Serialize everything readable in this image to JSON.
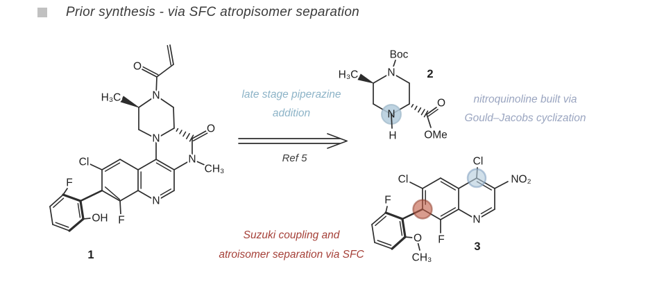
{
  "slide": {
    "title": "Prior synthesis - via SFC atropisomer separation"
  },
  "annotations": {
    "piperazine_line1": "late stage piperazine",
    "piperazine_line2": "addition",
    "ref_label": "Ref 5",
    "nitroquinoline_line1": "nitroquinoline built via",
    "nitroquinoline_line2": "Gould–Jacobs cyclization",
    "suzuki_line1": "Suzuki coupling and",
    "suzuki_line2": "atroisomer separation via SFC"
  },
  "compound1": {
    "number": "1",
    "labels": {
      "o_acryl": "O",
      "h3c": "H₃C",
      "n_top": "N",
      "n_bottom": "N",
      "o_lactam": "O",
      "n_amide": "N",
      "n_methyl": "CH₃",
      "cl": "Cl",
      "n_quinoline": "N",
      "f_quinoline": "F",
      "f_phenol": "F",
      "oh": "OH"
    }
  },
  "compound2": {
    "number": "2",
    "labels": {
      "boc": "Boc",
      "h3c": "H₃C",
      "n_top": "N",
      "n_bottom": "N",
      "h": "H",
      "o": "O",
      "ome": "OMe"
    }
  },
  "compound3": {
    "number": "3",
    "labels": {
      "cl_top": "Cl",
      "no2": "NO₂",
      "cl_left": "Cl",
      "n": "N",
      "f_quinoline": "F",
      "f_phenyl": "F",
      "o": "O",
      "och3": "CH₃"
    }
  },
  "colors": {
    "annotation_blue": "#8cb3c7",
    "annotation_slate": "#9aa5c0",
    "annotation_red": "#a54038",
    "highlight_blue": "#b3cbdc",
    "highlight_red": "#c05a42",
    "bullet_gray": "#c1c1c1"
  }
}
